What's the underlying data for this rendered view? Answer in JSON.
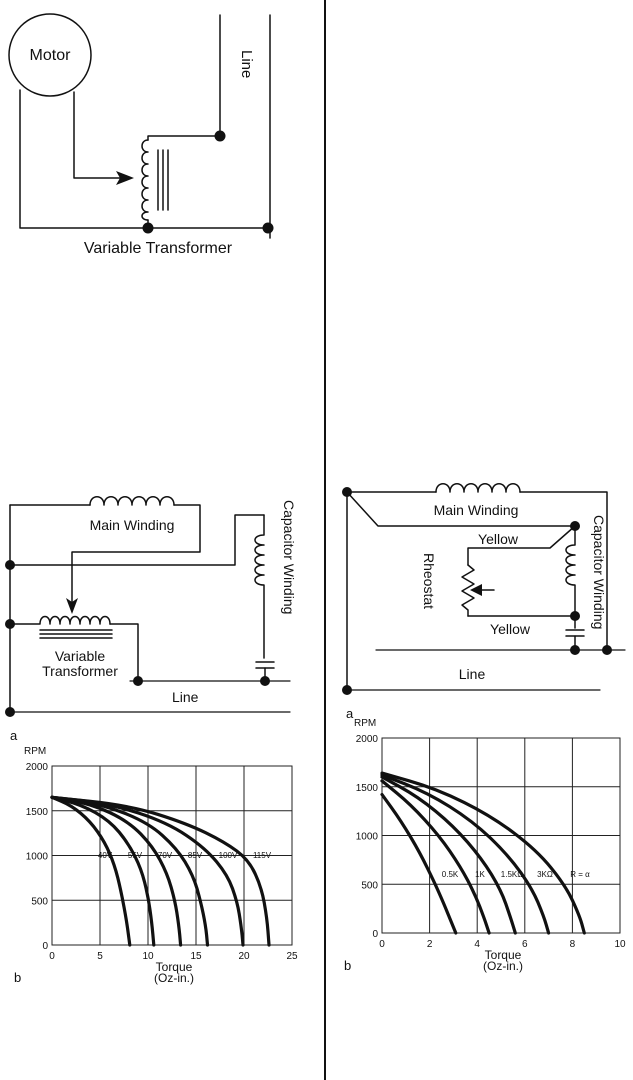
{
  "top_diagram": {
    "motor_label": "Motor",
    "line_label": "Line",
    "transformer_label": "Variable Transformer"
  },
  "left_diagram": {
    "main_winding_label": "Main Winding",
    "capacitor_winding_label": "Capacitor Winding",
    "transformer_label_1": "Variable",
    "transformer_label_2": "Transformer",
    "line_label": "Line",
    "panel_label": "a"
  },
  "right_diagram": {
    "main_winding_label": "Main Winding",
    "capacitor_winding_label": "Capacitor Winding",
    "yellow_label_top": "Yellow",
    "yellow_label_bottom": "Yellow",
    "rheostat_label": "Rheostat",
    "line_label": "Line",
    "panel_label": "a"
  },
  "chart_data": [
    {
      "type": "line",
      "panel_label": "b",
      "ylabel": "RPM",
      "xlabel": "Torque",
      "xlabel_unit": "(Oz-in.)",
      "xlim": [
        0,
        25
      ],
      "ylim": [
        0,
        2000
      ],
      "xticks": [
        "0",
        "5",
        "10",
        "15",
        "20",
        "25"
      ],
      "yticks": [
        "500",
        "1000",
        "1500",
        "2000"
      ],
      "grid": true,
      "series": [
        {
          "name": "40V",
          "x": [
            0,
            2,
            4,
            5.5,
            6.5,
            7.2,
            7.8,
            8.1
          ],
          "y": [
            1650,
            1560,
            1380,
            1150,
            900,
            600,
            250,
            0
          ]
        },
        {
          "name": "55V",
          "x": [
            0,
            3,
            6,
            8,
            9.3,
            10,
            10.4,
            10.6
          ],
          "y": [
            1650,
            1570,
            1390,
            1130,
            850,
            550,
            250,
            0
          ]
        },
        {
          "name": "70V",
          "x": [
            0,
            4,
            8,
            10.5,
            12,
            12.8,
            13.2,
            13.4
          ],
          "y": [
            1650,
            1580,
            1380,
            1100,
            800,
            500,
            230,
            0
          ]
        },
        {
          "name": "85V",
          "x": [
            0,
            5,
            10,
            13,
            14.7,
            15.5,
            16,
            16.2
          ],
          "y": [
            1650,
            1580,
            1370,
            1080,
            780,
            480,
            220,
            0
          ]
        },
        {
          "name": "100V",
          "x": [
            0,
            6,
            12,
            16,
            18.3,
            19.3,
            19.7,
            19.9
          ],
          "y": [
            1650,
            1580,
            1370,
            1080,
            780,
            480,
            220,
            0
          ]
        },
        {
          "name": "115V",
          "x": [
            0,
            8,
            14,
            18,
            20.5,
            21.8,
            22.4,
            22.6
          ],
          "y": [
            1650,
            1560,
            1360,
            1150,
            950,
            650,
            300,
            0
          ]
        }
      ]
    },
    {
      "type": "line",
      "panel_label": "b",
      "ylabel": "RPM",
      "xlabel": "Torque",
      "xlabel_unit": "(Oz-in.)",
      "xlim": [
        0,
        10
      ],
      "ylim": [
        0,
        2000
      ],
      "xticks": [
        "0",
        "2",
        "4",
        "6",
        "8",
        "10"
      ],
      "yticks": [
        "500",
        "1000",
        "1500",
        "2000"
      ],
      "grid": true,
      "series": [
        {
          "name": "0.5K",
          "x": [
            0,
            0.8,
            1.6,
            2.2,
            2.6,
            2.9,
            3.1
          ],
          "y": [
            1420,
            1150,
            820,
            520,
            300,
            120,
            0
          ]
        },
        {
          "name": "1K",
          "x": [
            0,
            1.2,
            2.4,
            3.3,
            3.9,
            4.3,
            4.5
          ],
          "y": [
            1560,
            1320,
            1000,
            680,
            400,
            150,
            0
          ]
        },
        {
          "name": "1.5KΩ",
          "x": [
            0,
            1.5,
            3,
            4.2,
            5,
            5.4,
            5.6
          ],
          "y": [
            1600,
            1400,
            1100,
            760,
            440,
            160,
            0
          ]
        },
        {
          "name": "3KΩ",
          "x": [
            0,
            1.9,
            3.8,
            5.3,
            6.3,
            6.8,
            7.0
          ],
          "y": [
            1620,
            1440,
            1150,
            800,
            460,
            170,
            0
          ]
        },
        {
          "name": "R = α",
          "x": [
            0,
            2.3,
            4.6,
            6.5,
            7.7,
            8.3,
            8.5
          ],
          "y": [
            1640,
            1480,
            1200,
            850,
            490,
            180,
            0
          ]
        }
      ]
    }
  ]
}
